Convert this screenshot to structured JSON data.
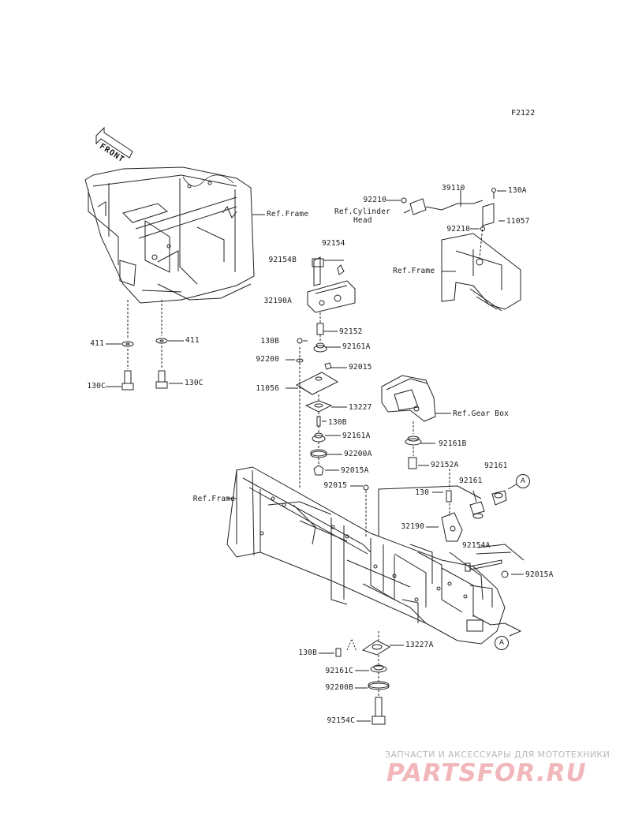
{
  "diagram_code": "F2122",
  "front_marker": "FRONT",
  "ref_circle": "A",
  "labels": {
    "p92210_top": "92210",
    "p39110": "39110",
    "p130A": "130A",
    "ref_cylinder_head_1": "Ref.Cylinder",
    "ref_cylinder_head_2": "Head",
    "p11057": "11057",
    "p92210_bottom": "92210",
    "ref_frame_top": "Ref.Frame",
    "ref_frame_right": "Ref.Frame",
    "p92154": "92154",
    "p92154B": "92154B",
    "p32190A": "32190A",
    "p92152": "92152",
    "p130B_1": "130B",
    "p92161A_1": "92161A",
    "p92200": "92200",
    "p92015_1": "92015",
    "p11056": "11056",
    "p13227": "13227",
    "p130B_2": "130B",
    "p92161A_2": "92161A",
    "p92200A": "92200A",
    "p92015A_1": "92015A",
    "p411_left": "411",
    "p411_right": "411",
    "p130C_left": "130C",
    "p130C_right": "130C",
    "ref_gear_box": "Ref.Gear Box",
    "p92161B": "92161B",
    "p92152A": "92152A",
    "p92161_a": "92161",
    "p92161_b": "92161",
    "p130": "130",
    "p32190": "32190",
    "p92154A": "92154A",
    "p92015A_2": "92015A",
    "ref_frame_left": "Ref.Frame",
    "p92015_2": "92015",
    "p130B_3": "130B",
    "p13227A": "13227A",
    "p92161C": "92161C",
    "p92200B": "92200B",
    "p92154C": "92154C"
  },
  "watermark": {
    "line1": "ЗАПЧАСТИ И АКСЕССУАРЫ ДЛЯ МОТОТЕХНИКИ",
    "line2": "PARTSFOR.RU"
  },
  "colors": {
    "line": "#222222",
    "watermark_red": "#e8a0a6",
    "watermark_gray": "#b9b9b9"
  }
}
